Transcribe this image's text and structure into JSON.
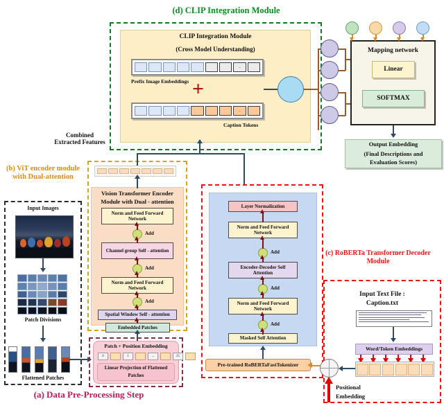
{
  "figure": {
    "sections": {
      "a": {
        "label": "(a) Data Pre-Processing Step",
        "color": "#c2185b"
      },
      "b": {
        "label": "(b) ViT encoder module with Dual-attention",
        "color": "#e08a12"
      },
      "c": {
        "label": "(c) RoBERTa Transformer Decoder Module",
        "color": "#f41616"
      },
      "d": {
        "label": "(d) CLIP Integration Module",
        "color": "#0a8f22"
      }
    }
  },
  "clip": {
    "panel_title": "CLIP Integration Module",
    "panel_subtitle": "(Cross Model Understanding)",
    "prefix_label": "Prefix Image Embeddings",
    "caption_label": "Caption Tokens",
    "plus": "+",
    "prefix_cells": [
      {
        "type": "blue",
        "text": ""
      },
      {
        "type": "blue",
        "text": ""
      },
      {
        "type": "blue",
        "text": ""
      },
      {
        "type": "blue",
        "text": ""
      },
      {
        "type": "blue",
        "text": ""
      },
      {
        "type": "gray",
        "text": ""
      },
      {
        "type": "gray",
        "text": ""
      },
      {
        "type": "gray",
        "text": "..."
      },
      {
        "type": "gray",
        "text": ""
      }
    ],
    "caption_cells": [
      {
        "type": "blue",
        "text": ""
      },
      {
        "type": "blue",
        "text": ""
      },
      {
        "type": "blue",
        "text": ""
      },
      {
        "type": "blue",
        "text": ""
      },
      {
        "type": "orange",
        "text": ""
      },
      {
        "type": "orange",
        "text": ""
      },
      {
        "type": "orange",
        "text": ""
      },
      {
        "type": "orange",
        "text": "..."
      },
      {
        "type": "orange",
        "text": ""
      }
    ],
    "combined_features_label": "Combined\nExtracted Features",
    "combined_features_line1": "Combined",
    "combined_features_line2": "Extracted Features"
  },
  "mapping": {
    "title": "Mapping network",
    "linear": "Linear",
    "softmax": "SOFTMAX",
    "output_title": "Output Embedding",
    "output_sub1": "(Final Descriptions and",
    "output_sub2": "Evaluation Scores)",
    "top_circles": [
      {
        "name": "green-node",
        "color": "#bfe3bf"
      },
      {
        "name": "amber-node",
        "color": "#fbd8a8"
      },
      {
        "name": "violet-node",
        "color": "#d6cbe8"
      },
      {
        "name": "sky-node",
        "color": "#c3dcf3"
      }
    ],
    "hidden_nodes": 4
  },
  "vit": {
    "title_line1": "Vision Transformer Encoder",
    "title_line2": "Module with Dual - attention",
    "blocks": [
      {
        "id": "norm-ffn-top",
        "label": "Norm and Feed Forward Network",
        "color": "yellow"
      },
      {
        "id": "add-3",
        "label": "Add",
        "color": "ygreen"
      },
      {
        "id": "channel-group-self-attention",
        "label": "Channel group Self - attention",
        "color": "pink"
      },
      {
        "id": "add-2",
        "label": "Add",
        "color": "ygreen"
      },
      {
        "id": "norm-ffn-mid",
        "label": "Norm and Feed Forward Network",
        "color": "yellow"
      },
      {
        "id": "add-1",
        "label": "Add",
        "color": "ygreen"
      },
      {
        "id": "spatial-window-self-attention",
        "label": "Spatial Window Self - attention",
        "color": "purple"
      },
      {
        "id": "embedded-patches",
        "label": "Embedded Patches",
        "color": "green"
      }
    ],
    "output_tokens": 7
  },
  "decoder": {
    "blocks": [
      {
        "id": "layer-normalization",
        "label": "Layer Normalization",
        "color": "redpink"
      },
      {
        "id": "norm-ffn-upper",
        "label": "Norm and Feed Forward Network",
        "color": "yellow"
      },
      {
        "id": "add-upper",
        "label": "Add",
        "color": "ygreen"
      },
      {
        "id": "encoder-decoder-self-attention",
        "label": "Encoder-Decoder Self Attention",
        "color": "lav"
      },
      {
        "id": "add-mid",
        "label": "Add",
        "color": "ygreen"
      },
      {
        "id": "norm-ffn-lower",
        "label": "Norm and Feed Forward Network",
        "color": "yellow"
      },
      {
        "id": "add-lower",
        "label": "Add",
        "color": "ygreen"
      },
      {
        "id": "masked-self-attention",
        "label": "Masked Self Attention",
        "color": "yellow"
      }
    ],
    "tokenizer": "Pre-trained RoBERTaFastTokenizer"
  },
  "preprocess": {
    "input_images": "Input Images",
    "patch_divisions": "Patch Divisions",
    "flattened_patches": "Flattened Patches",
    "patch_embed_title": "Patch + Position Embedding",
    "patch_embed_sub1": "Linear Projection of Flattened",
    "patch_embed_sub2": "Patches",
    "token_numbers": [
      "0",
      "1",
      "...",
      "25"
    ]
  },
  "text_input": {
    "title_line1": "Input Text File :",
    "title_line2": "Caption.txt",
    "word_token_embeddings": "Word/Token Embeddings",
    "positional_line1": "Positional",
    "positional_line2": "Embedding",
    "caption_file_lines": 6,
    "token_boxes": 6
  }
}
